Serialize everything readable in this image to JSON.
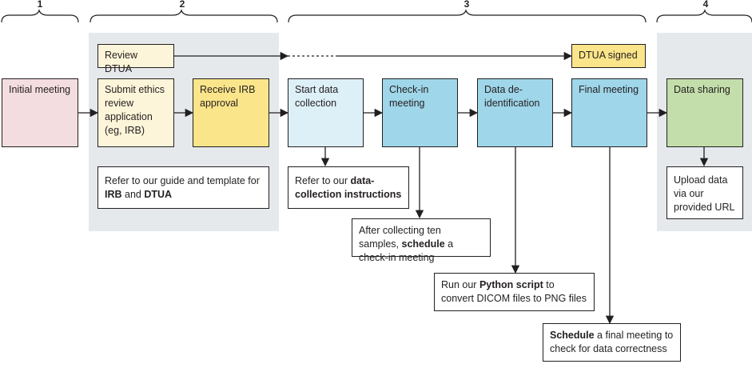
{
  "phases": [
    "1",
    "2",
    "3",
    "4"
  ],
  "boxes": {
    "review_dtua": "Review DTUA",
    "dtua_signed": "DTUA signed",
    "initial_meeting": "Initial meeting",
    "submit_ethics": "Submit ethics review application (eg, IRB)",
    "receive_irb": "Receive IRB approval",
    "start_data": "Start data collection",
    "checkin": "Check-in meeting",
    "deid": "Data de-identification",
    "final_meeting": "Final meeting",
    "data_sharing": "Data sharing",
    "upload": "Upload data via our provided URL"
  },
  "notes": {
    "guide": {
      "a": "Refer to our guide and template for ",
      "b1": "IRB",
      "c": " and ",
      "b2": "DTUA"
    },
    "instructions": {
      "a": "Refer to our ",
      "b": "data-collection instructions"
    },
    "ten_samples": {
      "a": "After collecting ten samples, ",
      "b": "schedule",
      "c": " a check-in meeting"
    },
    "python": {
      "a": "Run our ",
      "b": "Python script",
      "c": " to convert DICOM files to PNG files"
    },
    "schedule_final": {
      "b": "Schedule",
      "c": " a final meeting to check for data correctness"
    }
  },
  "colors": {
    "phase_background": "#e6e9ec",
    "pink": "#f4dde0",
    "cream": "#fdf5d9",
    "yellow": "#fbe58a",
    "light_blue": "#ddf0f8",
    "blue": "#9fd6e9",
    "green": "#c3deaa",
    "line": "#231f20"
  }
}
